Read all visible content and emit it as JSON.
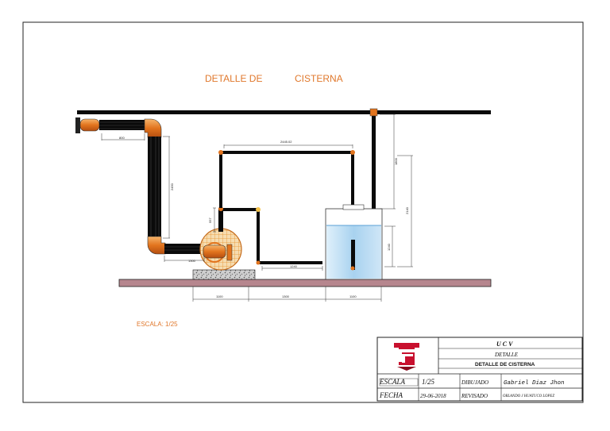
{
  "drawing": {
    "title_left": "DETALLE DE",
    "title_right": "CISTERNA",
    "scale_label": "ESCALA:  1/25"
  },
  "dimensions": {
    "d_800": "800",
    "d_2450": "2450",
    "d_2445": "2445.02",
    "d_1300": "1300",
    "d_1800": "1800",
    "d_1240": "1240",
    "d_2140": "2140",
    "d_557": "557",
    "d_1100a": "1100",
    "d_1100b": "1100",
    "d_1300b": "1300",
    "d_1100c": "1100"
  },
  "title_block": {
    "institution": "UCV",
    "sheet_type": "DETALLE",
    "sheet_name": "DETALLE DE CISTERNA",
    "scale_key": "ESCALA",
    "scale_value": "1/25",
    "drawn_key": "DIBUJADO",
    "drawn_value": "Gabriel Diaz Jhon",
    "date_key": "FECHA",
    "date_value": "29-06-2018",
    "reviewed_key": "REVISADO",
    "reviewed_value": "ORLANDO J HUATUCO LOPEZ"
  },
  "colors": {
    "pipe": "#0a0a0a",
    "fitting": "#e2741e",
    "water": "#bcdcf3",
    "floor": "#b6868e",
    "accent_text": "#e0782c",
    "logo_red": "#c8102e"
  }
}
